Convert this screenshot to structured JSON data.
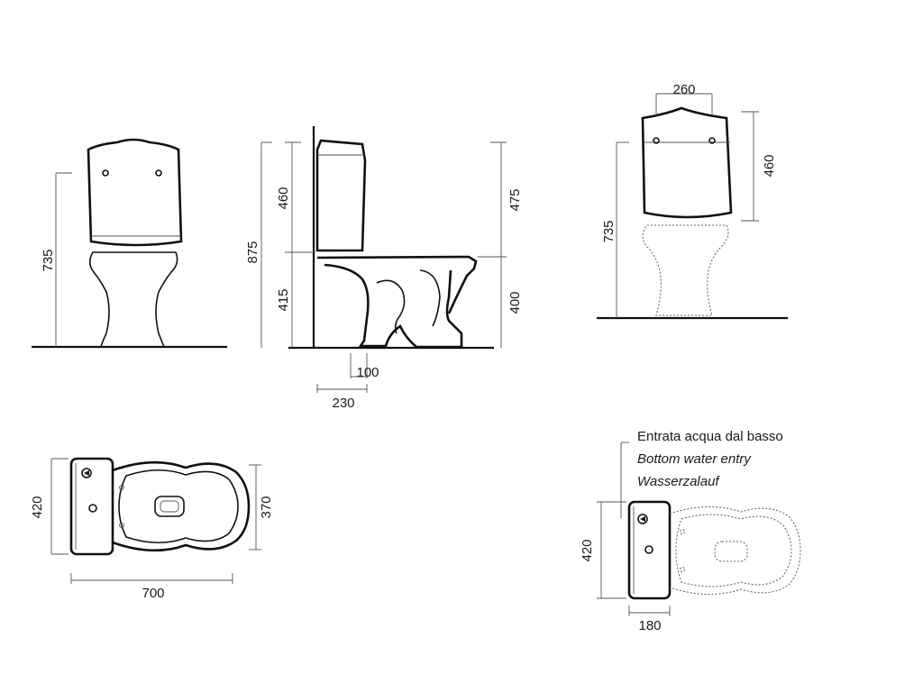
{
  "dimensions": {
    "front_height": "735",
    "side_total": "875",
    "side_tank": "460",
    "side_seat": "415",
    "side_right_top": "475",
    "side_right_bottom": "400",
    "side_outlet": "100",
    "side_outlet_wall": "230",
    "tank_width": "260",
    "tank_height": "460",
    "tank_mount": "735",
    "plan_width": "420",
    "plan_bowl": "370",
    "plan_length": "700",
    "inlet_width": "420",
    "inlet_depth": "180"
  },
  "note": {
    "it": "Entrata acqua dal basso",
    "en": "Bottom water entry",
    "de": "Wasserzalauf"
  }
}
